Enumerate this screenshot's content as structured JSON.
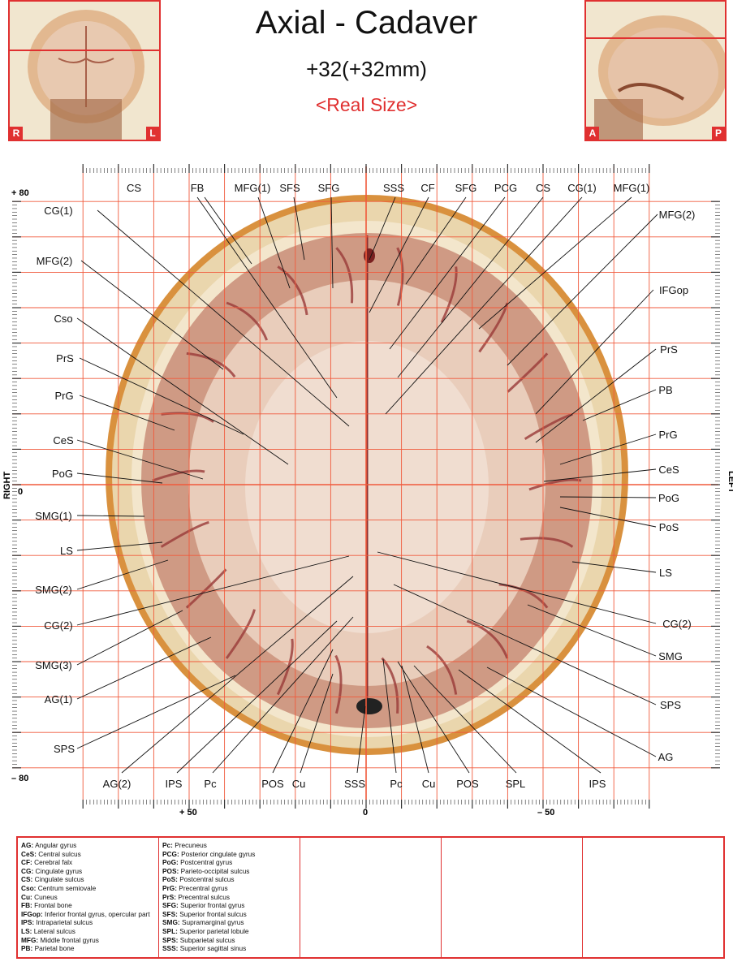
{
  "header": {
    "title": "Axial - Cadaver",
    "level": "+32(+32mm)",
    "size_note": "<Real Size>"
  },
  "thumbnails": {
    "coronal": {
      "left": "R",
      "right": "L"
    },
    "sagittal": {
      "left": "A",
      "right": "P"
    }
  },
  "axes": {
    "y_top": "+ 80",
    "y_mid": "0",
    "y_bottom": "– 80",
    "x_left": "+ 50",
    "x_mid": "0",
    "x_right": "– 50",
    "side_left": "RIGHT",
    "side_right": "LEFT"
  },
  "labels": {
    "top": [
      "CS",
      "FB",
      "MFG(1)",
      "SFS",
      "SFG",
      "SSS",
      "CF",
      "SFG",
      "PCG",
      "CS",
      "CG(1)",
      "MFG(1)"
    ],
    "left": [
      "CG(1)",
      "MFG(2)",
      "Cso",
      "PrS",
      "PrG",
      "CeS",
      "PoG",
      "SMG(1)",
      "LS",
      "SMG(2)",
      "CG(2)",
      "SMG(3)",
      "AG(1)",
      "SPS"
    ],
    "right": [
      "MFG(2)",
      "IFGop",
      "PrS",
      "PB",
      "PrG",
      "CeS",
      "PoG",
      "PoS",
      "LS",
      "CG(2)",
      "SMG",
      "SPS",
      "AG"
    ],
    "bottom": [
      "AG(2)",
      "IPS",
      "Pc",
      "POS",
      "Cu",
      "SSS",
      "Pc",
      "Cu",
      "POS",
      "SPL",
      "IPS"
    ]
  },
  "legend": [
    [
      {
        "abbr": "AG:",
        "term": "Angular gyrus"
      },
      {
        "abbr": "CeS:",
        "term": "Central sulcus"
      },
      {
        "abbr": "CF:",
        "term": "Cerebral falx"
      },
      {
        "abbr": "CG:",
        "term": "Cingulate gyrus"
      },
      {
        "abbr": "CS:",
        "term": "Cingulate sulcus"
      },
      {
        "abbr": "Cso:",
        "term": "Centrum semiovale"
      },
      {
        "abbr": "Cu:",
        "term": "Cuneus"
      },
      {
        "abbr": "FB:",
        "term": "Frontal bone"
      },
      {
        "abbr": "IFGop:",
        "term": "Inferior frontal gyrus, opercular part"
      },
      {
        "abbr": "IPS:",
        "term": "Intraparietal sulcus"
      },
      {
        "abbr": "LS:",
        "term": "Lateral sulcus"
      },
      {
        "abbr": "MFG:",
        "term": "Middle frontal gyrus"
      },
      {
        "abbr": "PB:",
        "term": "Parietal bone"
      }
    ],
    [
      {
        "abbr": "Pc:",
        "term": "Precuneus"
      },
      {
        "abbr": "PCG:",
        "term": "Posterior cingulate gyrus"
      },
      {
        "abbr": "PoG:",
        "term": "Postcentral gyrus"
      },
      {
        "abbr": "POS:",
        "term": "Parieto-occipital sulcus"
      },
      {
        "abbr": "PoS:",
        "term": "Postcentral sulcus"
      },
      {
        "abbr": "PrG:",
        "term": "Precentral gyrus"
      },
      {
        "abbr": "PrS:",
        "term": "Precentral sulcus"
      },
      {
        "abbr": "SFG:",
        "term": "Superior frontal gyrus"
      },
      {
        "abbr": "SFS:",
        "term": "Superior frontal sulcus"
      },
      {
        "abbr": "SMG:",
        "term": "Supramarginal gyrus"
      },
      {
        "abbr": "SPL:",
        "term": "Superior parietal lobule"
      },
      {
        "abbr": "SPS:",
        "term": "Subparietal sulcus"
      },
      {
        "abbr": "SSS:",
        "term": "Superior sagittal sinus"
      }
    ]
  ],
  "colors": {
    "accent": "#e03030",
    "grid": "#f05a3c"
  }
}
